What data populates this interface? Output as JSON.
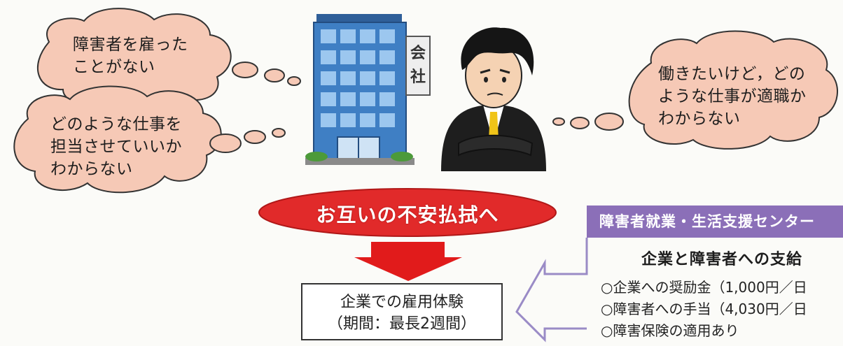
{
  "bubbles": {
    "company_top": [
      "障害者を雇った",
      "ことがない"
    ],
    "company_bottom": [
      "どのような仕事を",
      "担当させていいか",
      "わからない"
    ],
    "worker": [
      "働きたいけど，どの",
      "ような仕事が適職か",
      "わからない"
    ]
  },
  "building_sign": [
    "会",
    "社"
  ],
  "banner": "お互いの不安払拭へ",
  "experience_box": [
    "企業での雇用体験",
    "（期間：最長2週間）"
  ],
  "support_center": {
    "header": "障害者就業・生活支援センター",
    "subtitle": "企業と障害者への支給",
    "items": [
      "○企業への奨励金（1,000円／日",
      "○障害者への手当（4,030円／日",
      "○障害保険の適用あり"
    ]
  },
  "colors": {
    "bubble": "#f6c9b6",
    "banner": "#e12a2a",
    "arrow": "#e11b1b",
    "header": "#8b6fb8",
    "building": "#3f7fc4"
  }
}
